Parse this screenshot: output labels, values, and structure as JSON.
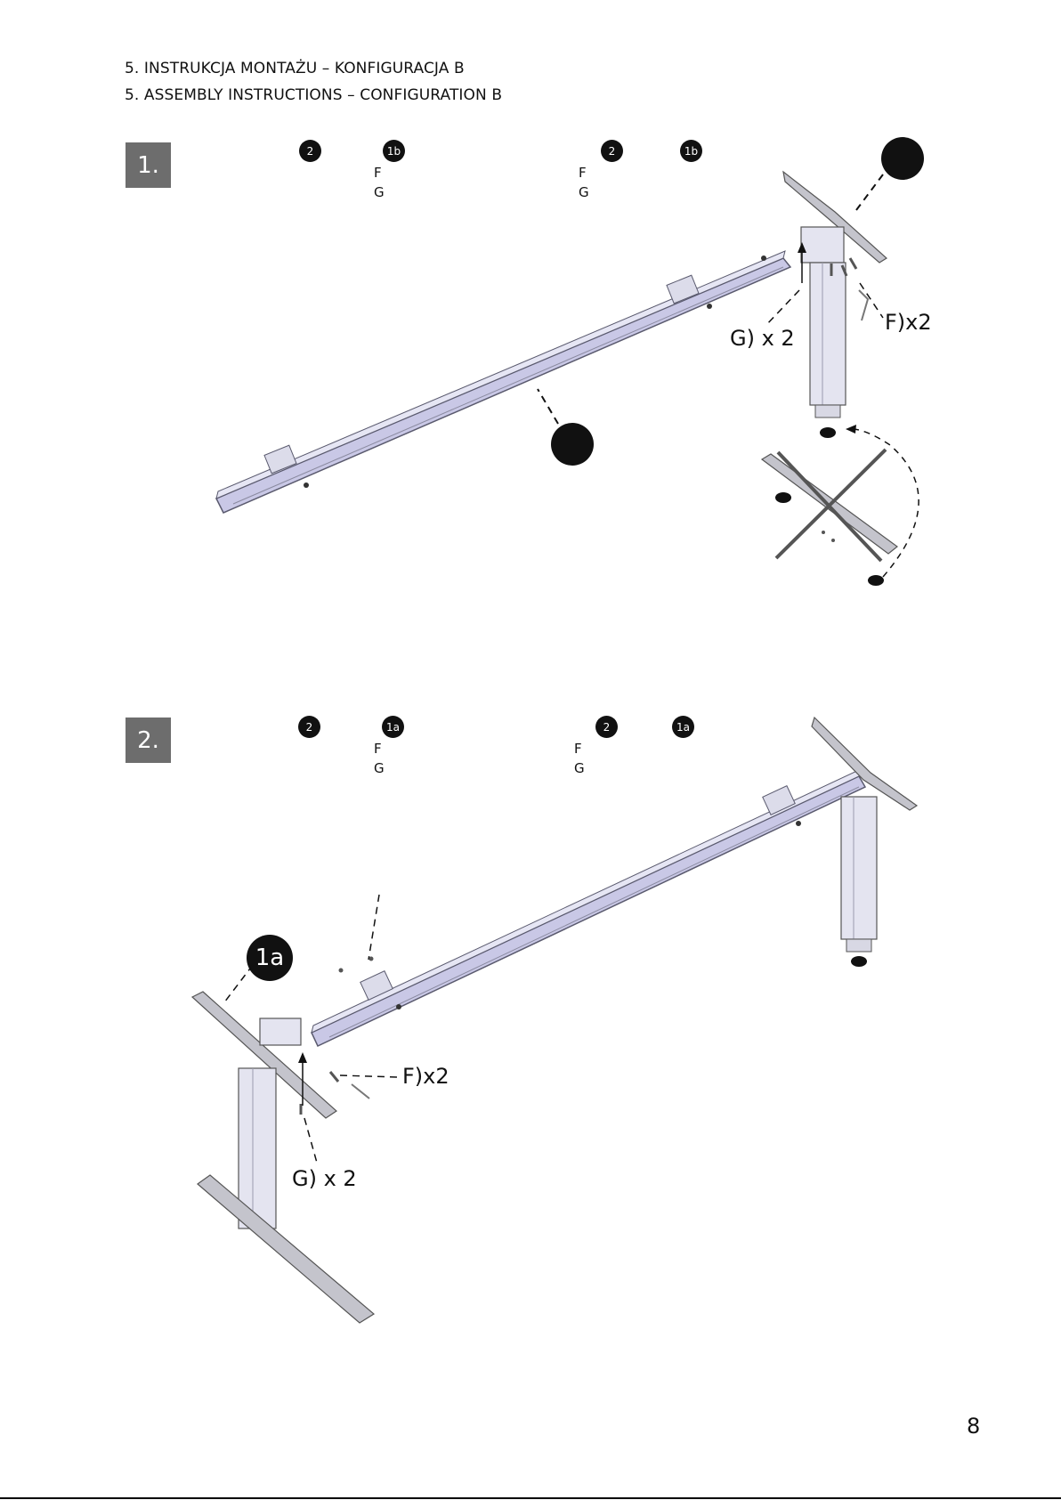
{
  "header": {
    "line_pl": "5.  INSTRUKCJA MONTAŻU – KONFIGURACJA B",
    "line_en": "5.  ASSEMBLY INSTRUCTIONS – CONFIGURATION B"
  },
  "step1": {
    "number": "1.",
    "badges": [
      "2",
      "1b",
      "2",
      "1b"
    ],
    "letters": [
      "F",
      "G",
      "F",
      "G"
    ],
    "callout_g": "G) x 2",
    "callout_f": "F)x2"
  },
  "step2": {
    "number": "2.",
    "badges": [
      "2",
      "1a",
      "2",
      "1a"
    ],
    "letters": [
      "F",
      "G",
      "F",
      "G"
    ],
    "big_badge": "1a",
    "callout_f": "F)x2",
    "callout_g": "G) x 2"
  },
  "footer": {
    "page_number": "8"
  },
  "colors": {
    "beam_fill": "#c9c8e6",
    "beam_edge": "#5a5a6e",
    "foot_fill": "#c4c4cc",
    "leg_fill": "#e4e4f0",
    "badge_fill": "#111111",
    "step_box": "#6d6d6d"
  }
}
